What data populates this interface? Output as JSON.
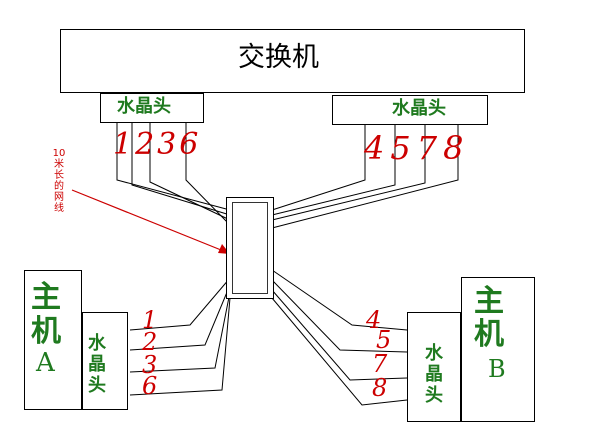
{
  "switch": {
    "label": "交换机"
  },
  "connector_label": "水晶头",
  "host_a": {
    "label_line1": "主",
    "label_line2": "机",
    "label_line3": "A",
    "connector": "水晶头"
  },
  "host_b": {
    "label_line1": "主",
    "label_line2": "机",
    "label_line3": "B",
    "connector": "水晶头"
  },
  "cable_annotation": [
    "10",
    "米",
    "长",
    "的",
    "网",
    "线"
  ],
  "switch_left_pins": "1236",
  "switch_right_pins": "4578",
  "host_a_pins": [
    "1",
    "2",
    "3",
    "6"
  ],
  "host_b_pins": [
    "4",
    "5",
    "7",
    "8"
  ],
  "colors": {
    "label_green": "#1f7a1f",
    "annotation_red": "#cc0000",
    "line": "#000000"
  }
}
